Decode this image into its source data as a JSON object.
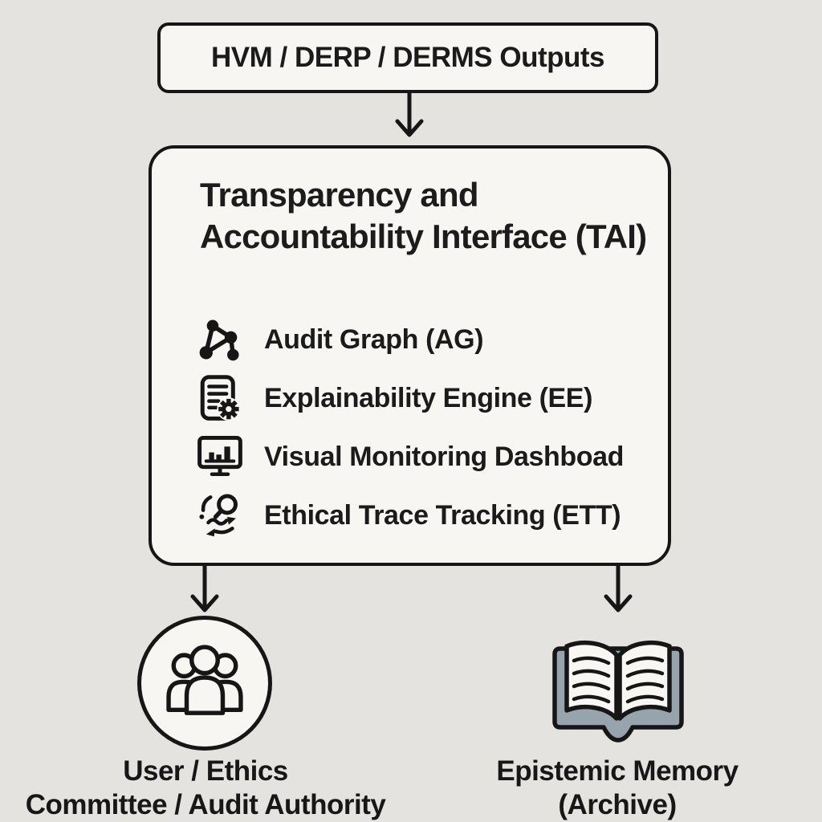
{
  "diagram": {
    "top_box": {
      "label": "HVM / DERP / DERMS Outputs"
    },
    "tai_box": {
      "title": "Transparency and Accountability Interface (TAI)",
      "items": [
        {
          "icon": "network-graph-icon",
          "label": "Audit Graph (AG)"
        },
        {
          "icon": "document-gear-icon",
          "label": "Explainability Engine (EE)"
        },
        {
          "icon": "monitor-chart-icon",
          "label": "Visual Monitoring Dashboad"
        },
        {
          "icon": "magnifier-trace-icon",
          "label": "Ethical Trace Tracking (ETT)"
        }
      ]
    },
    "outputs": [
      {
        "icon": "people-group-icon",
        "label": "User / Ethics\nCommittee / Audit Authority"
      },
      {
        "icon": "open-book-icon",
        "label": "Epistemic Memory\n(Archive)"
      }
    ],
    "colors": {
      "background": "#e4e3e0",
      "box_fill": "#f7f6f2",
      "stroke": "#161616",
      "book_cover": "#97a4ae"
    }
  }
}
